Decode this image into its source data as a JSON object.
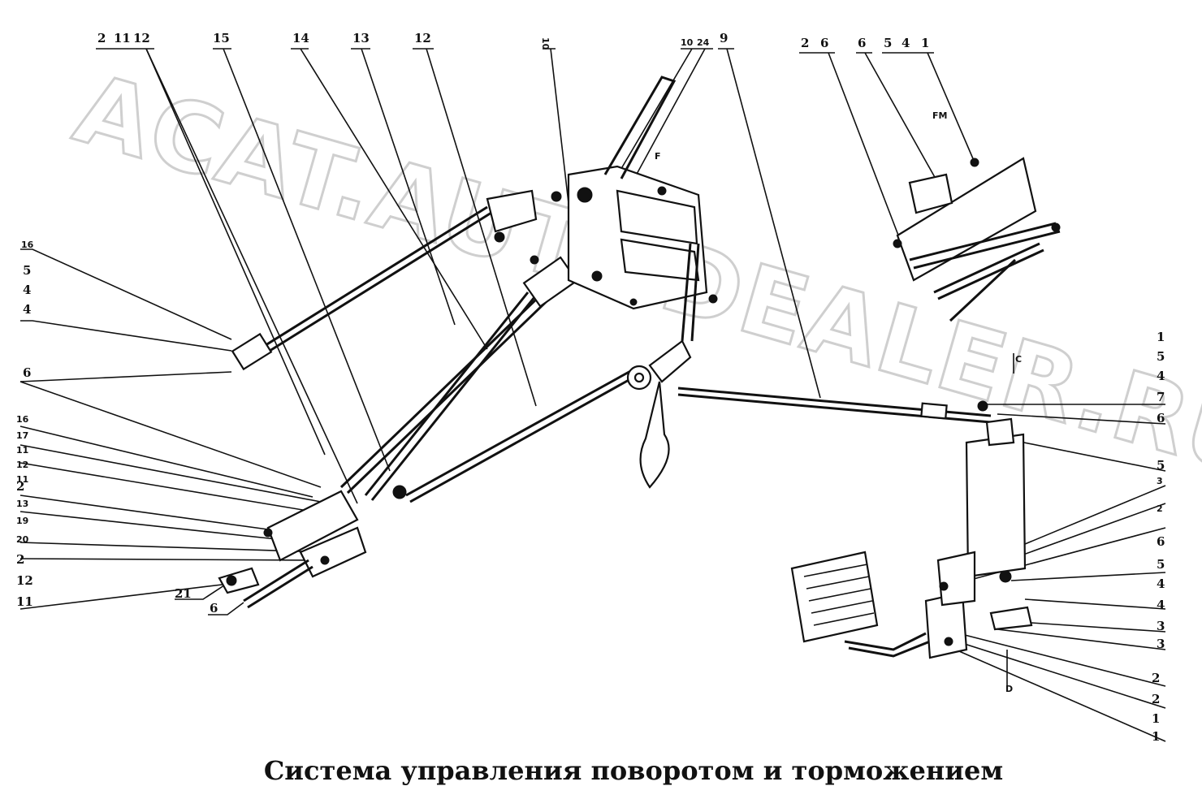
{
  "caption": "Система управления поворотом и торможением",
  "watermark": "ACAT.AUTODEALER.RU",
  "callouts": {
    "top": [
      "2",
      "11",
      "12",
      "15",
      "14",
      "13",
      "12",
      "10",
      "10",
      "24",
      "9",
      "2",
      "6",
      "6",
      "5",
      "4",
      "1"
    ],
    "left": [
      "16",
      "5",
      "4",
      "4",
      "6",
      "16",
      "17",
      "11",
      "12",
      "11",
      "2",
      "13",
      "19",
      "20",
      "2",
      "12",
      "11",
      "21",
      "6"
    ],
    "right": [
      "1",
      "5",
      "4",
      "7",
      "6",
      "5",
      "3",
      "2",
      "6",
      "5",
      "4",
      "4",
      "3",
      "3",
      "2",
      "2",
      "1",
      "1"
    ],
    "small": [
      "F",
      "FM",
      "C",
      "D"
    ]
  }
}
